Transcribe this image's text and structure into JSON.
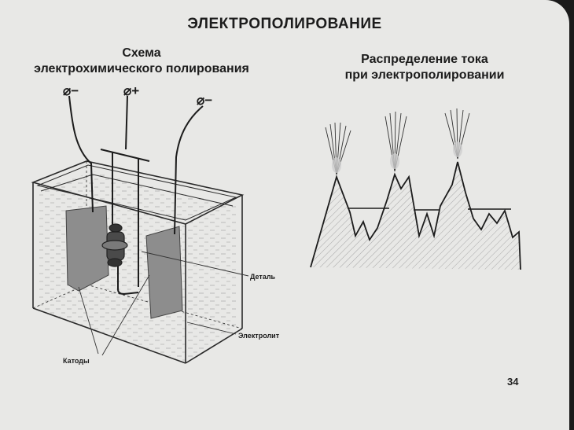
{
  "slide": {
    "title": "ЭЛЕКТРОПОЛИРОВАНИЕ",
    "page_number": "34"
  },
  "scheme": {
    "title_line1": "Схема",
    "title_line2": "электрохимического полирования",
    "terminals": [
      "⌀−",
      "⌀+",
      "⌀−"
    ],
    "labels": {
      "part": "Деталь",
      "electrolyte": "Электролит",
      "cathodes": "Катоды"
    }
  },
  "distribution": {
    "title_line1": "Распределение тока",
    "title_line2": "при электрополировании"
  },
  "colors": {
    "background": "#e8e8e6",
    "ink": "#1c1c1c",
    "cathode_fill": "#8d8d8d",
    "hatch": "#9a9a9a"
  }
}
